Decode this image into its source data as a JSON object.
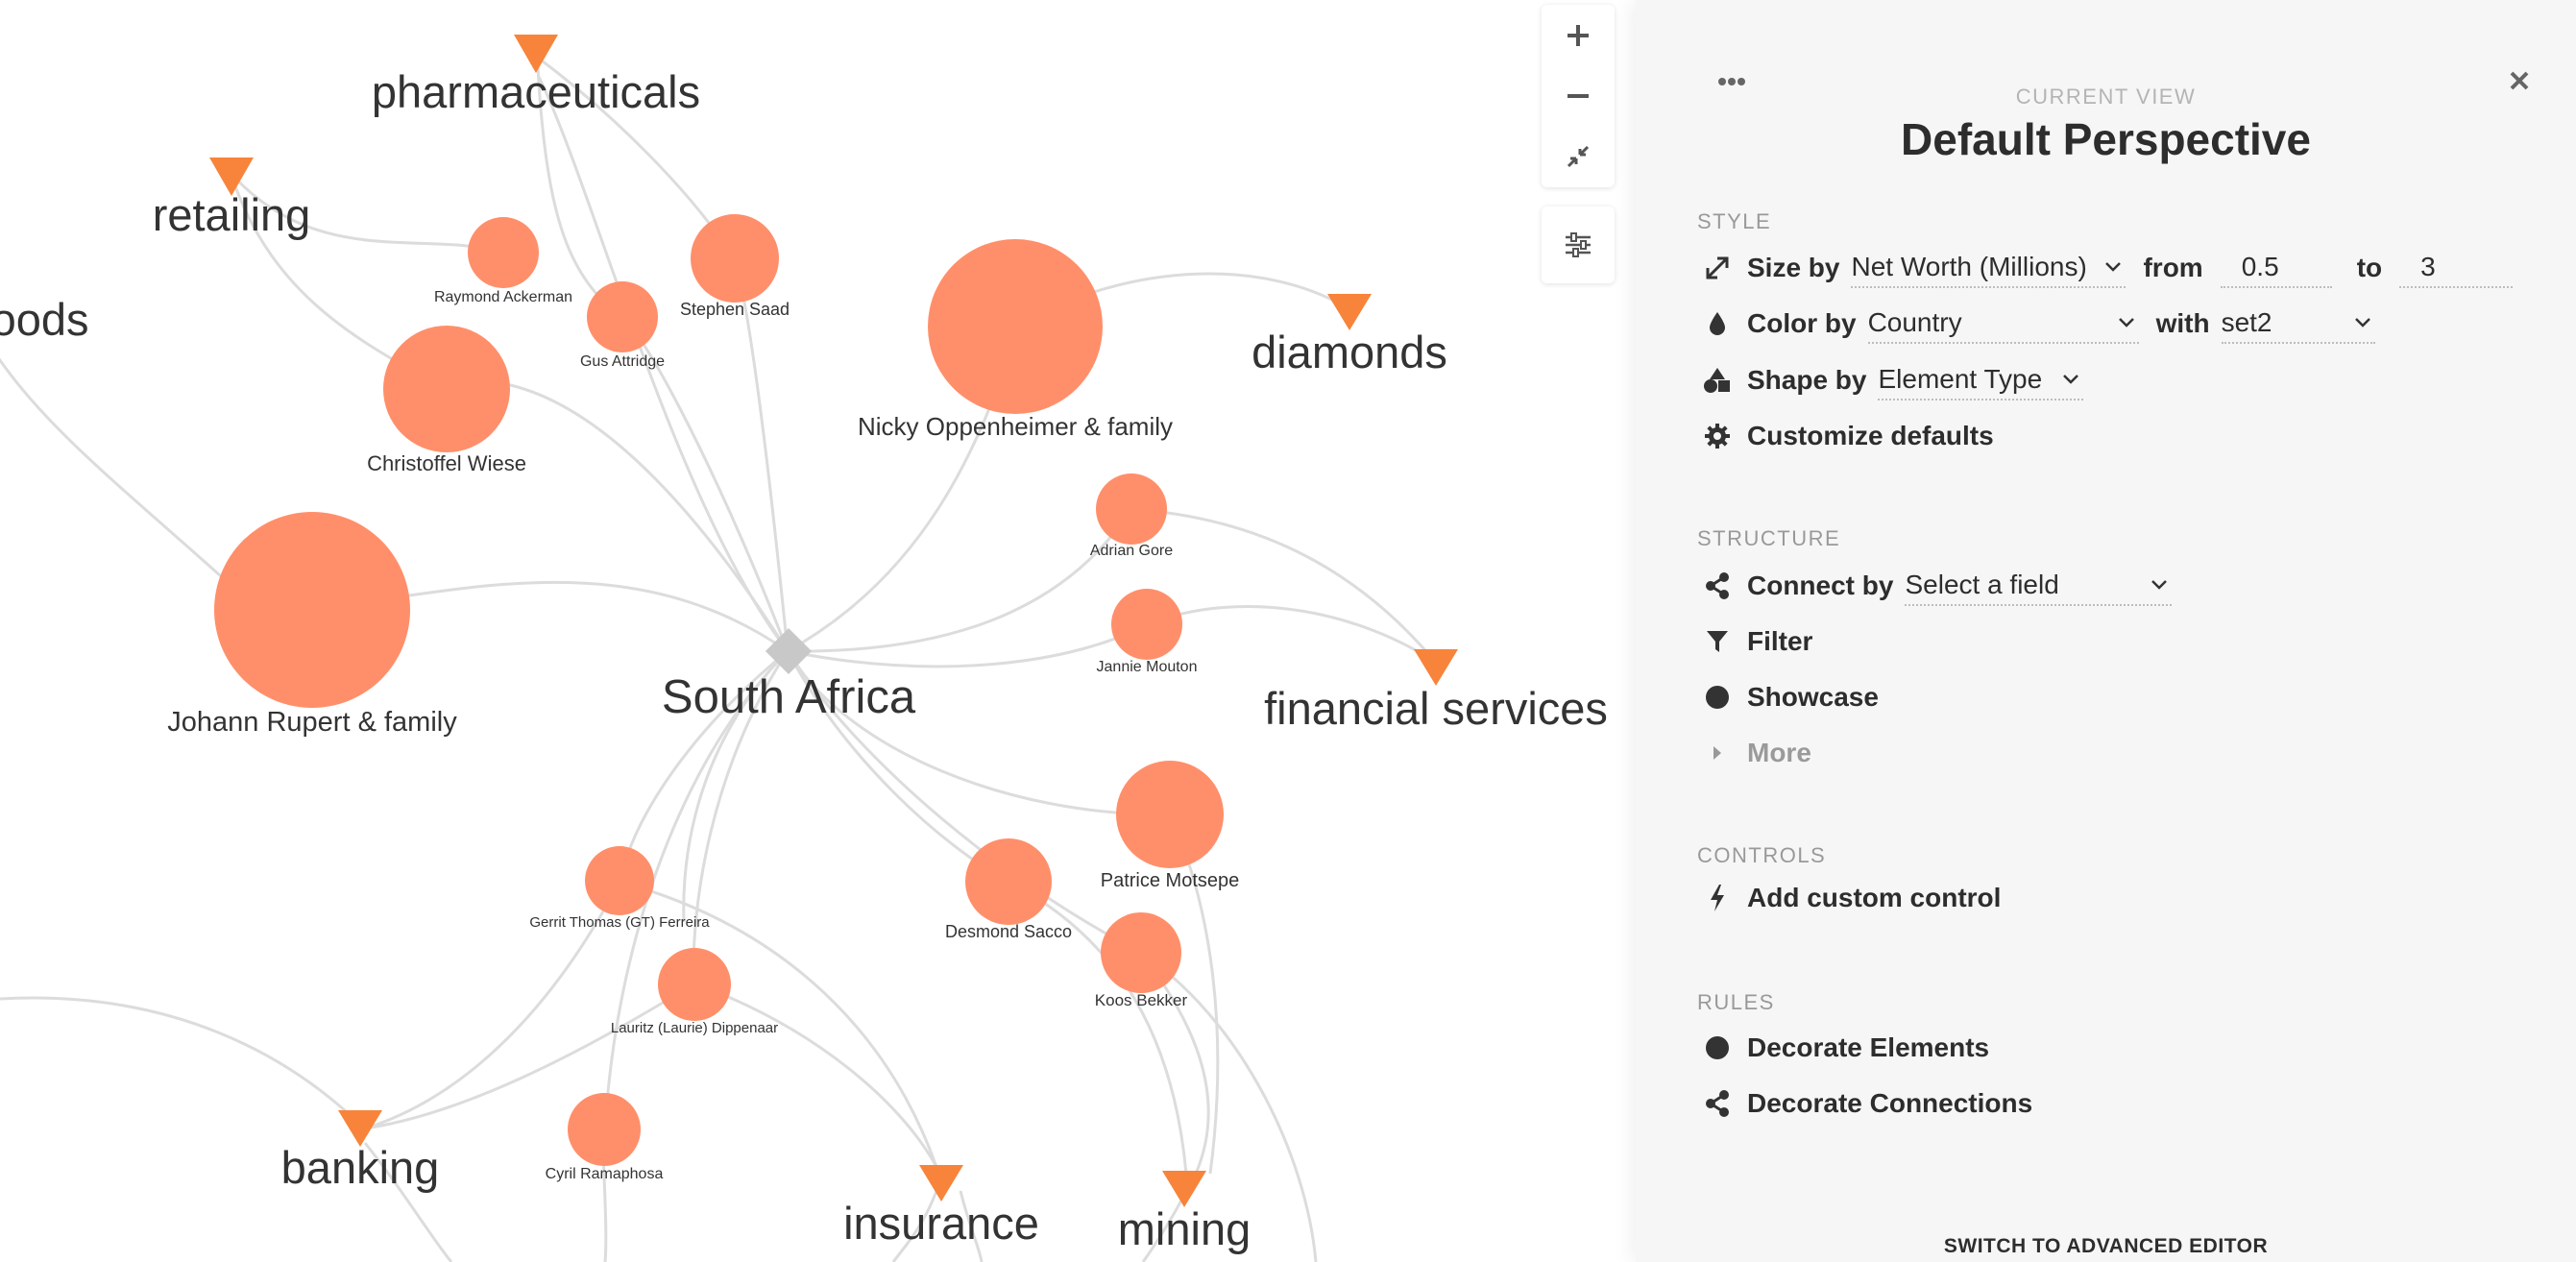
{
  "graph": {
    "country_label": "South Africa",
    "industries": {
      "pharmaceuticals": "pharmaceuticals",
      "retailing": "retailing",
      "foods": "foods",
      "diamonds": "diamonds",
      "financial_services": "financial services",
      "banking": "banking",
      "insurance": "insurance",
      "mining": "mining"
    },
    "people": {
      "raymond_ackerman": "Raymond Ackerman",
      "gus_attridge": "Gus Attridge",
      "stephen_saad": "Stephen Saad",
      "christoffel_wiese": "Christoffel Wiese",
      "nicky_oppenheimer": "Nicky Oppenheimer & family",
      "adrian_gore": "Adrian Gore",
      "jannie_mouton": "Jannie Mouton",
      "johann_rupert": "Johann Rupert & family",
      "patrice_motsepe": "Patrice Motsepe",
      "desmond_sacco": "Desmond Sacco",
      "koos_bekker": "Koos Bekker",
      "gt_ferreira": "Gerrit Thomas (GT) Ferreira",
      "laurie_dippenaar": "Lauritz (Laurie) Dippenaar",
      "cyril_ramaphosa": "Cyril Ramaphosa"
    },
    "colors": {
      "person": "#ff8f6a",
      "industry": "#f7843a",
      "country": "#c8c8c8",
      "edge": "#dcdcdc"
    }
  },
  "controls": {
    "zoom_in_icon": "plus-icon",
    "zoom_out_icon": "minus-icon",
    "fit_icon": "compress-arrows-icon",
    "settings_icon": "sliders-icon"
  },
  "panel": {
    "caption": "CURRENT VIEW",
    "title": "Default Perspective",
    "style": {
      "heading": "STYLE",
      "size_by_label": "Size by",
      "size_by_value": "Net Worth (Millions)",
      "from_label": "from",
      "from_value": "0.5",
      "to_label": "to",
      "to_value": "3",
      "color_by_label": "Color by",
      "color_by_value": "Country",
      "with_label": "with",
      "with_value": "set2",
      "shape_by_label": "Shape by",
      "shape_by_value": "Element Type",
      "customize_label": "Customize defaults"
    },
    "structure": {
      "heading": "STRUCTURE",
      "connect_by_label": "Connect by",
      "connect_by_placeholder": "Select a field",
      "filter_label": "Filter",
      "showcase_label": "Showcase",
      "more_label": "More"
    },
    "controls_section": {
      "heading": "CONTROLS",
      "add_custom_label": "Add custom control"
    },
    "rules": {
      "heading": "RULES",
      "decorate_elements_label": "Decorate Elements",
      "decorate_connections_label": "Decorate Connections"
    },
    "advanced_editor_label": "SWITCH TO ADVANCED EDITOR"
  }
}
